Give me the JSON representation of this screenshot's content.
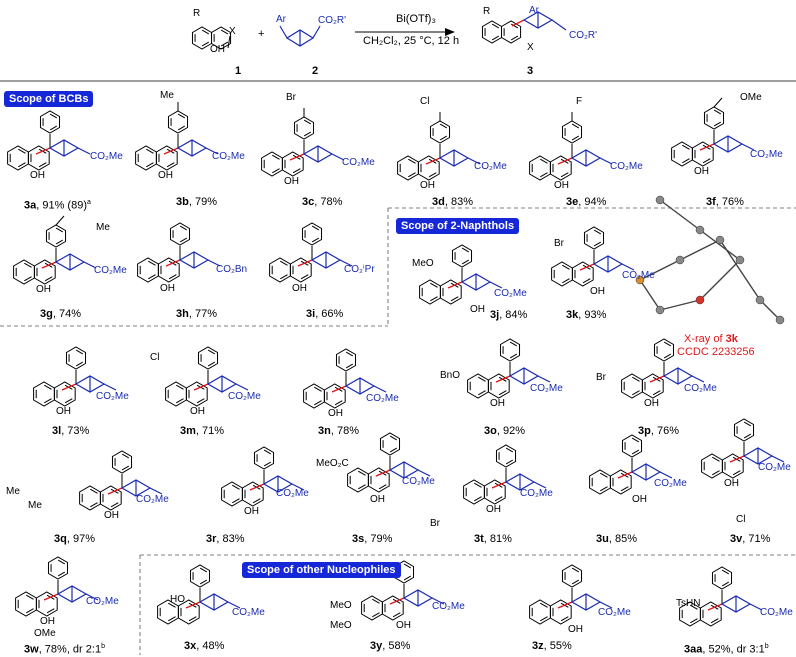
{
  "scheme": {
    "reactant1": {
      "number": "1",
      "sub_R": "R",
      "sub_OH": "OH",
      "sub_X": "X"
    },
    "reactant2": {
      "number": "2",
      "sub_Ar": "Ar",
      "sub_ester": "CO₂R'"
    },
    "plus": "+",
    "reagent": "Bi(OTf)₃",
    "conditions": "CH₂Cl₂, 25 °C, 12 h",
    "product": {
      "number": "3",
      "sub_R": "R",
      "sub_Ar": "Ar",
      "sub_X": "X",
      "sub_ester": "CO₂R'"
    }
  },
  "badges": {
    "bcb": "Scope of BCBs",
    "naphthols": "Scope of 2-Naphthols",
    "nucleophiles": "Scope of other Nucleophiles"
  },
  "xray": {
    "line1_prefix": "X-ray of ",
    "line1_bold": "3k",
    "line2": "CCDC 2233256"
  },
  "compounds": [
    {
      "id": "3a",
      "yield": ", 91% (89)",
      "sup": "a"
    },
    {
      "id": "3b",
      "yield": ", 79%",
      "sup": ""
    },
    {
      "id": "3c",
      "yield": ", 78%",
      "sup": ""
    },
    {
      "id": "3d",
      "yield": ", 83%",
      "sup": ""
    },
    {
      "id": "3e",
      "yield": ", 94%",
      "sup": ""
    },
    {
      "id": "3f",
      "yield": ", 76%",
      "sup": ""
    },
    {
      "id": "3g",
      "yield": ", 74%",
      "sup": ""
    },
    {
      "id": "3h",
      "yield": ", 77%",
      "sup": ""
    },
    {
      "id": "3i",
      "yield": ", 66%",
      "sup": ""
    },
    {
      "id": "3j",
      "yield": ", 84%",
      "sup": ""
    },
    {
      "id": "3k",
      "yield": ", 93%",
      "sup": ""
    },
    {
      "id": "3l",
      "yield": ", 73%",
      "sup": ""
    },
    {
      "id": "3m",
      "yield": ", 71%",
      "sup": ""
    },
    {
      "id": "3n",
      "yield": ", 78%",
      "sup": ""
    },
    {
      "id": "3o",
      "yield": ", 92%",
      "sup": ""
    },
    {
      "id": "3p",
      "yield": ", 76%",
      "sup": ""
    },
    {
      "id": "3q",
      "yield": ", 97%",
      "sup": ""
    },
    {
      "id": "3r",
      "yield": ", 83%",
      "sup": ""
    },
    {
      "id": "3s",
      "yield": ", 79%",
      "sup": ""
    },
    {
      "id": "3t",
      "yield": ", 81%",
      "sup": ""
    },
    {
      "id": "3u",
      "yield": ", 85%",
      "sup": ""
    },
    {
      "id": "3v",
      "yield": ", 71%",
      "sup": ""
    },
    {
      "id": "3w",
      "yield": ", 78%, dr 2:1",
      "sup": "b"
    },
    {
      "id": "3x",
      "yield": ", 48%",
      "sup": ""
    },
    {
      "id": "3y",
      "yield": ", 58%",
      "sup": ""
    },
    {
      "id": "3z",
      "yield": ", 55%",
      "sup": ""
    },
    {
      "id": "3aa",
      "yield": ", 52%, dr 3:1",
      "sup": "b"
    }
  ],
  "labels": {
    "co2me": "CO₂Me",
    "co2bn": "CO₂Bn",
    "co2ipr": "CO₂ⁱPr",
    "oh": "OH",
    "me": "Me",
    "br": "Br",
    "cl": "Cl",
    "f": "F",
    "ome": "OMe",
    "meo": "MeO",
    "bno": "BnO",
    "meo2c": "MeO₂C",
    "ho": "HO",
    "tshn": "TsHN"
  },
  "colors": {
    "badge": "#1627d8",
    "bond_blue": "#1a2bb0",
    "bond_red": "#e0171b",
    "text": "#000000"
  }
}
